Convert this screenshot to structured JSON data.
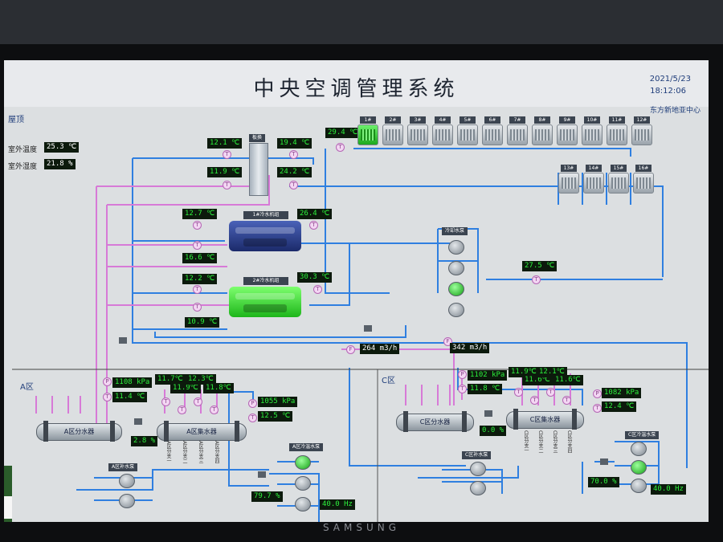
{
  "header": {
    "title": "中央空调管理系统",
    "date": "2021/5/23",
    "time": "18:12:06",
    "company": "东方新地亚中心"
  },
  "roof": {
    "section_label": "屋顶",
    "outdoor_temp_label": "室外温度",
    "outdoor_temp_value": "25.3 ℃",
    "outdoor_humidity_label": "室外湿度",
    "outdoor_humidity_value": "21.8 %"
  },
  "plate_exchanger": {
    "label": "板换"
  },
  "temps": {
    "t1": "12.1 ℃",
    "t2": "19.4 ℃",
    "t3": "11.9 ℃",
    "t4": "24.2 ℃",
    "tower_supply": "29.4 ℃",
    "ch1_in": "12.7 ℃",
    "ch1_out": "26.4 ℃",
    "ch1_low": "16.6 ℃",
    "ch2_in": "12.2 ℃",
    "ch2_out": "30.3 ℃",
    "ch2_low": "10.9 ℃",
    "cw_return": "27.5 ℃"
  },
  "cooling_towers": {
    "row1": [
      "1#",
      "2#",
      "3#",
      "4#",
      "5#",
      "6#",
      "7#",
      "8#",
      "9#",
      "10#",
      "11#",
      "12#"
    ],
    "row2": [
      "13#",
      "14#",
      "15#",
      "16#"
    ]
  },
  "chillers": {
    "ch1_label": "1#冷水机组",
    "ch2_label": "2#冷水机组"
  },
  "cooling_water_pumps_label": "冷却水泵",
  "flows": {
    "f1": "264 m3/h",
    "f2": "342 m3/h"
  },
  "zone_a": {
    "label": "A区",
    "pressure": "1108 kPa",
    "temp": "11.4 ℃",
    "branch_temps": [
      "11.7℃",
      "11.9℃",
      "12.3℃",
      "11.8℃"
    ],
    "return_pressure": "1055 kPa",
    "return_temp": "12.5 ℃",
    "supply_header": "A区分水器",
    "return_header": "A区集水器",
    "valve_pct": "2.8 %",
    "makeup_pump": "A区补水泵",
    "chw_pump": "A区冷温水泵",
    "chw_pct": "79.7 %",
    "freq": "40.0 Hz",
    "branch_labels": [
      "A区分支一",
      "A区分支二",
      "A区分支三",
      "A区分支四"
    ]
  },
  "zone_c": {
    "label": "C区",
    "pressure": "1102 kPa",
    "temp": "11.8 ℃",
    "branch_temps": [
      "11.9℃",
      "11.6℃",
      "12.1℃",
      "11.6℃"
    ],
    "return_pressure": "1082 kPa",
    "return_temp": "12.4 ℃",
    "supply_header": "C区分水器",
    "return_header": "C区集水器",
    "valve_pct": "0.0 %",
    "makeup_pump": "C区补水泵",
    "chw_pump": "C区冷温水泵",
    "chw_pct": "70.0 %",
    "freq": "40.0 Hz",
    "branch_labels": [
      "C区分支一",
      "C区分支二",
      "C区分支三",
      "C区分支四"
    ]
  },
  "monitor_brand": "SAMSUNG",
  "colors": {
    "pipe_blue": "#2f7fe0",
    "pipe_pink": "#d77ad7",
    "display_green": "#2df03c"
  }
}
